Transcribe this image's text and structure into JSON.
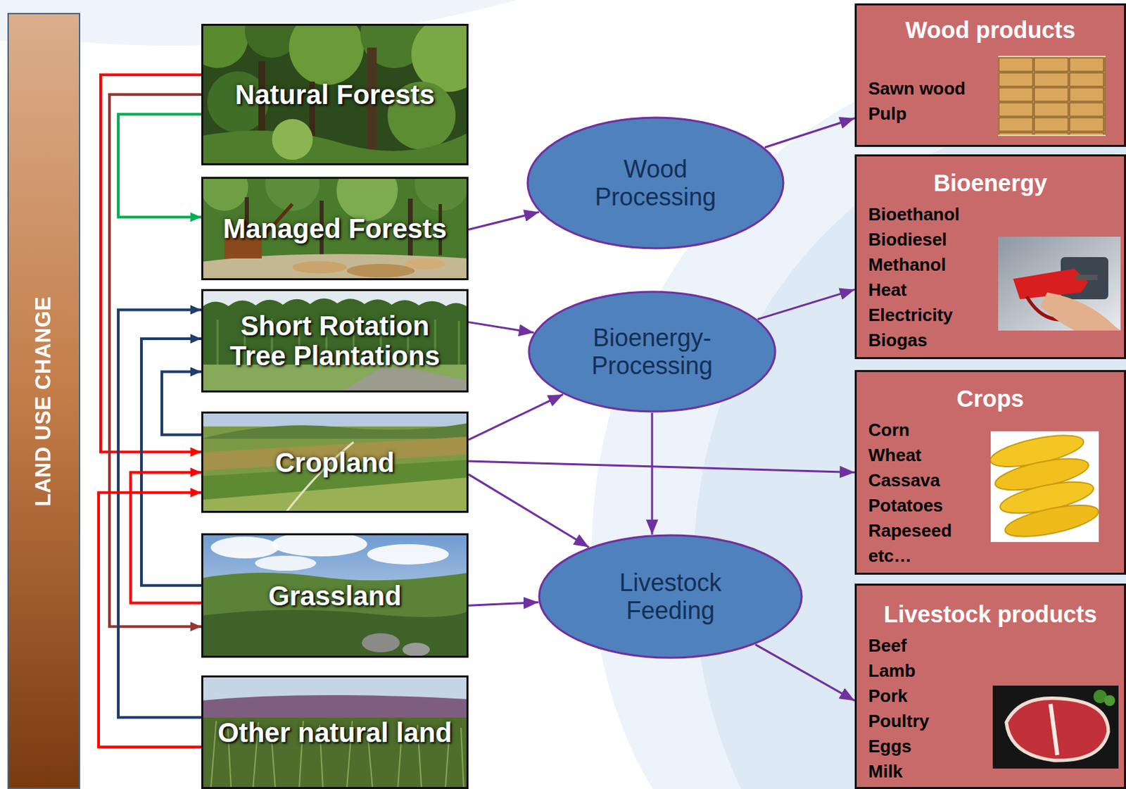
{
  "diagram": {
    "nodes": [
      {
        "text": [
          "LAND USE CHANGE"
        ]
      },
      {
        "text": [
          "Natural Forests"
        ]
      },
      {
        "text": [
          "Managed Forests"
        ]
      },
      {
        "text": [
          "Short Rotation Tree Plantations"
        ]
      },
      {
        "text": [
          "Cropland"
        ]
      },
      {
        "text": [
          "Grassland"
        ]
      },
      {
        "text": [
          "Other natural land"
        ]
      },
      {
        "text": [
          "Wood Processing"
        ]
      },
      {
        "text": [
          "Bioenergy-Processing"
        ]
      },
      {
        "text": [
          "Livestock Feeding"
        ]
      },
      {
        "text": [
          "Wood products",
          "Sawn wood",
          "Pulp"
        ]
      },
      {
        "text": [
          "Bioenergy",
          "Bioethanol",
          "Biodiesel",
          "Methanol",
          "Heat",
          "Electricity",
          "Biogas"
        ]
      },
      {
        "text": [
          "Crops",
          "Corn",
          "Wheat",
          "Cassava",
          "Potatoes",
          "Rapeseed",
          "etc…"
        ]
      },
      {
        "text": [
          "Livestock products",
          "Beef",
          "Lamb",
          "Pork",
          "Poultry",
          "Eggs",
          "Milk"
        ]
      }
    ],
    "edges": [
      {
        "from": 1,
        "to": 4,
        "arrow": "to"
      },
      {
        "from": 1,
        "to": 5,
        "arrow": "to"
      },
      {
        "from": 1,
        "to": 2,
        "arrow": "to"
      },
      {
        "from": 6,
        "to": 3,
        "arrow": "to"
      },
      {
        "from": 5,
        "to": 3,
        "arrow": "to"
      },
      {
        "from": 4,
        "to": 3,
        "arrow": "to"
      },
      {
        "from": 5,
        "to": 4,
        "arrow": "to"
      },
      {
        "from": 6,
        "to": 4,
        "arrow": "to"
      },
      {
        "from": 2,
        "to": 7,
        "arrow": "to"
      },
      {
        "from": 3,
        "to": 8,
        "arrow": "to"
      },
      {
        "from": 4,
        "to": 8,
        "arrow": "to"
      },
      {
        "from": 4,
        "to": 12,
        "arrow": "to"
      },
      {
        "from": 4,
        "to": 9,
        "arrow": "to"
      },
      {
        "from": 5,
        "to": 9,
        "arrow": "to"
      },
      {
        "from": 7,
        "to": 10,
        "arrow": "to"
      },
      {
        "from": 8,
        "to": 11,
        "arrow": "to"
      },
      {
        "from": 8,
        "to": 9,
        "arrow": "to"
      },
      {
        "from": 9,
        "to": 13,
        "arrow": "to"
      }
    ]
  }
}
